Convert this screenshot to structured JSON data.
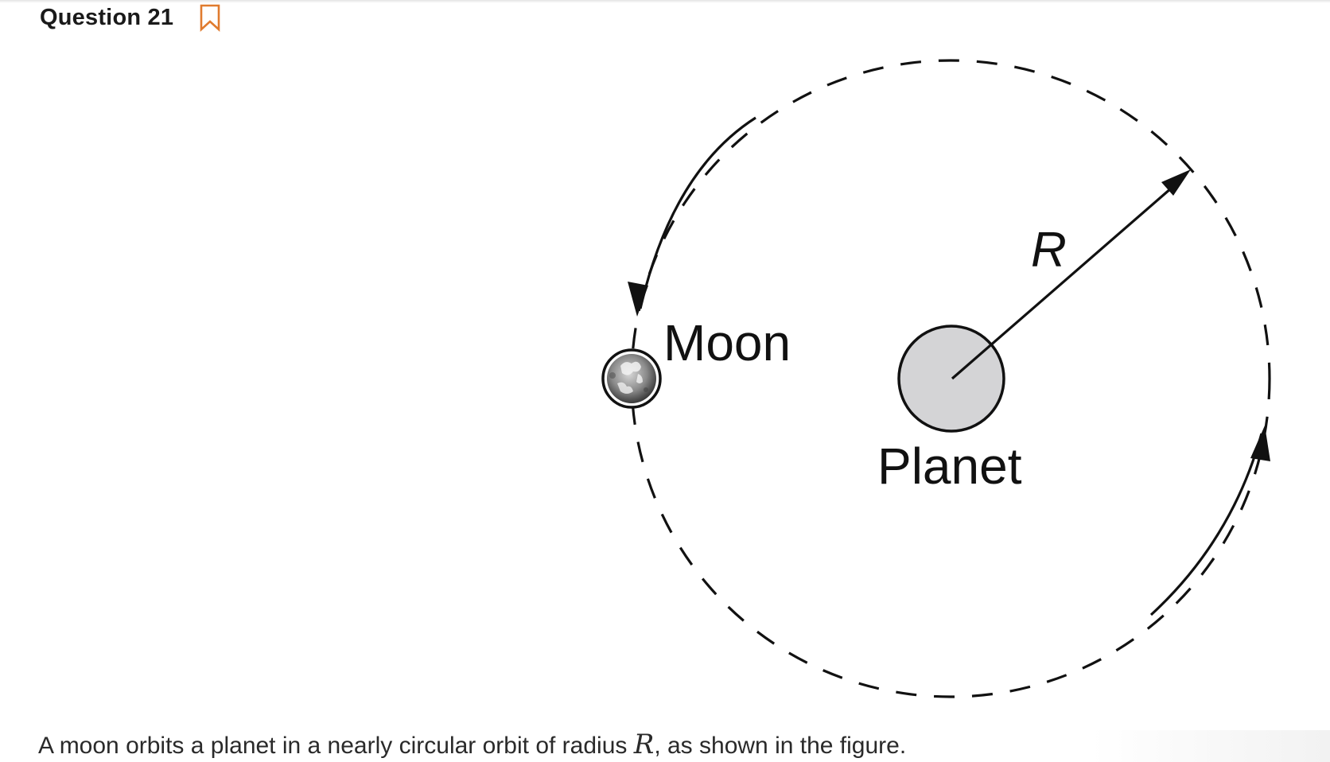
{
  "header": {
    "question_label": "Question 21",
    "bookmark_icon": "bookmark-outline-icon",
    "bookmark_color": "#e07b2e"
  },
  "figure": {
    "moon_label": "Moon",
    "planet_label": "Planet",
    "radius_label": "R",
    "planet_fill": "#d4d4d6",
    "line_color": "#111111"
  },
  "question": {
    "text_before": "A moon orbits a planet in a nearly circular orbit of radius ",
    "variable": "R",
    "text_after": ", as shown in the figure."
  }
}
